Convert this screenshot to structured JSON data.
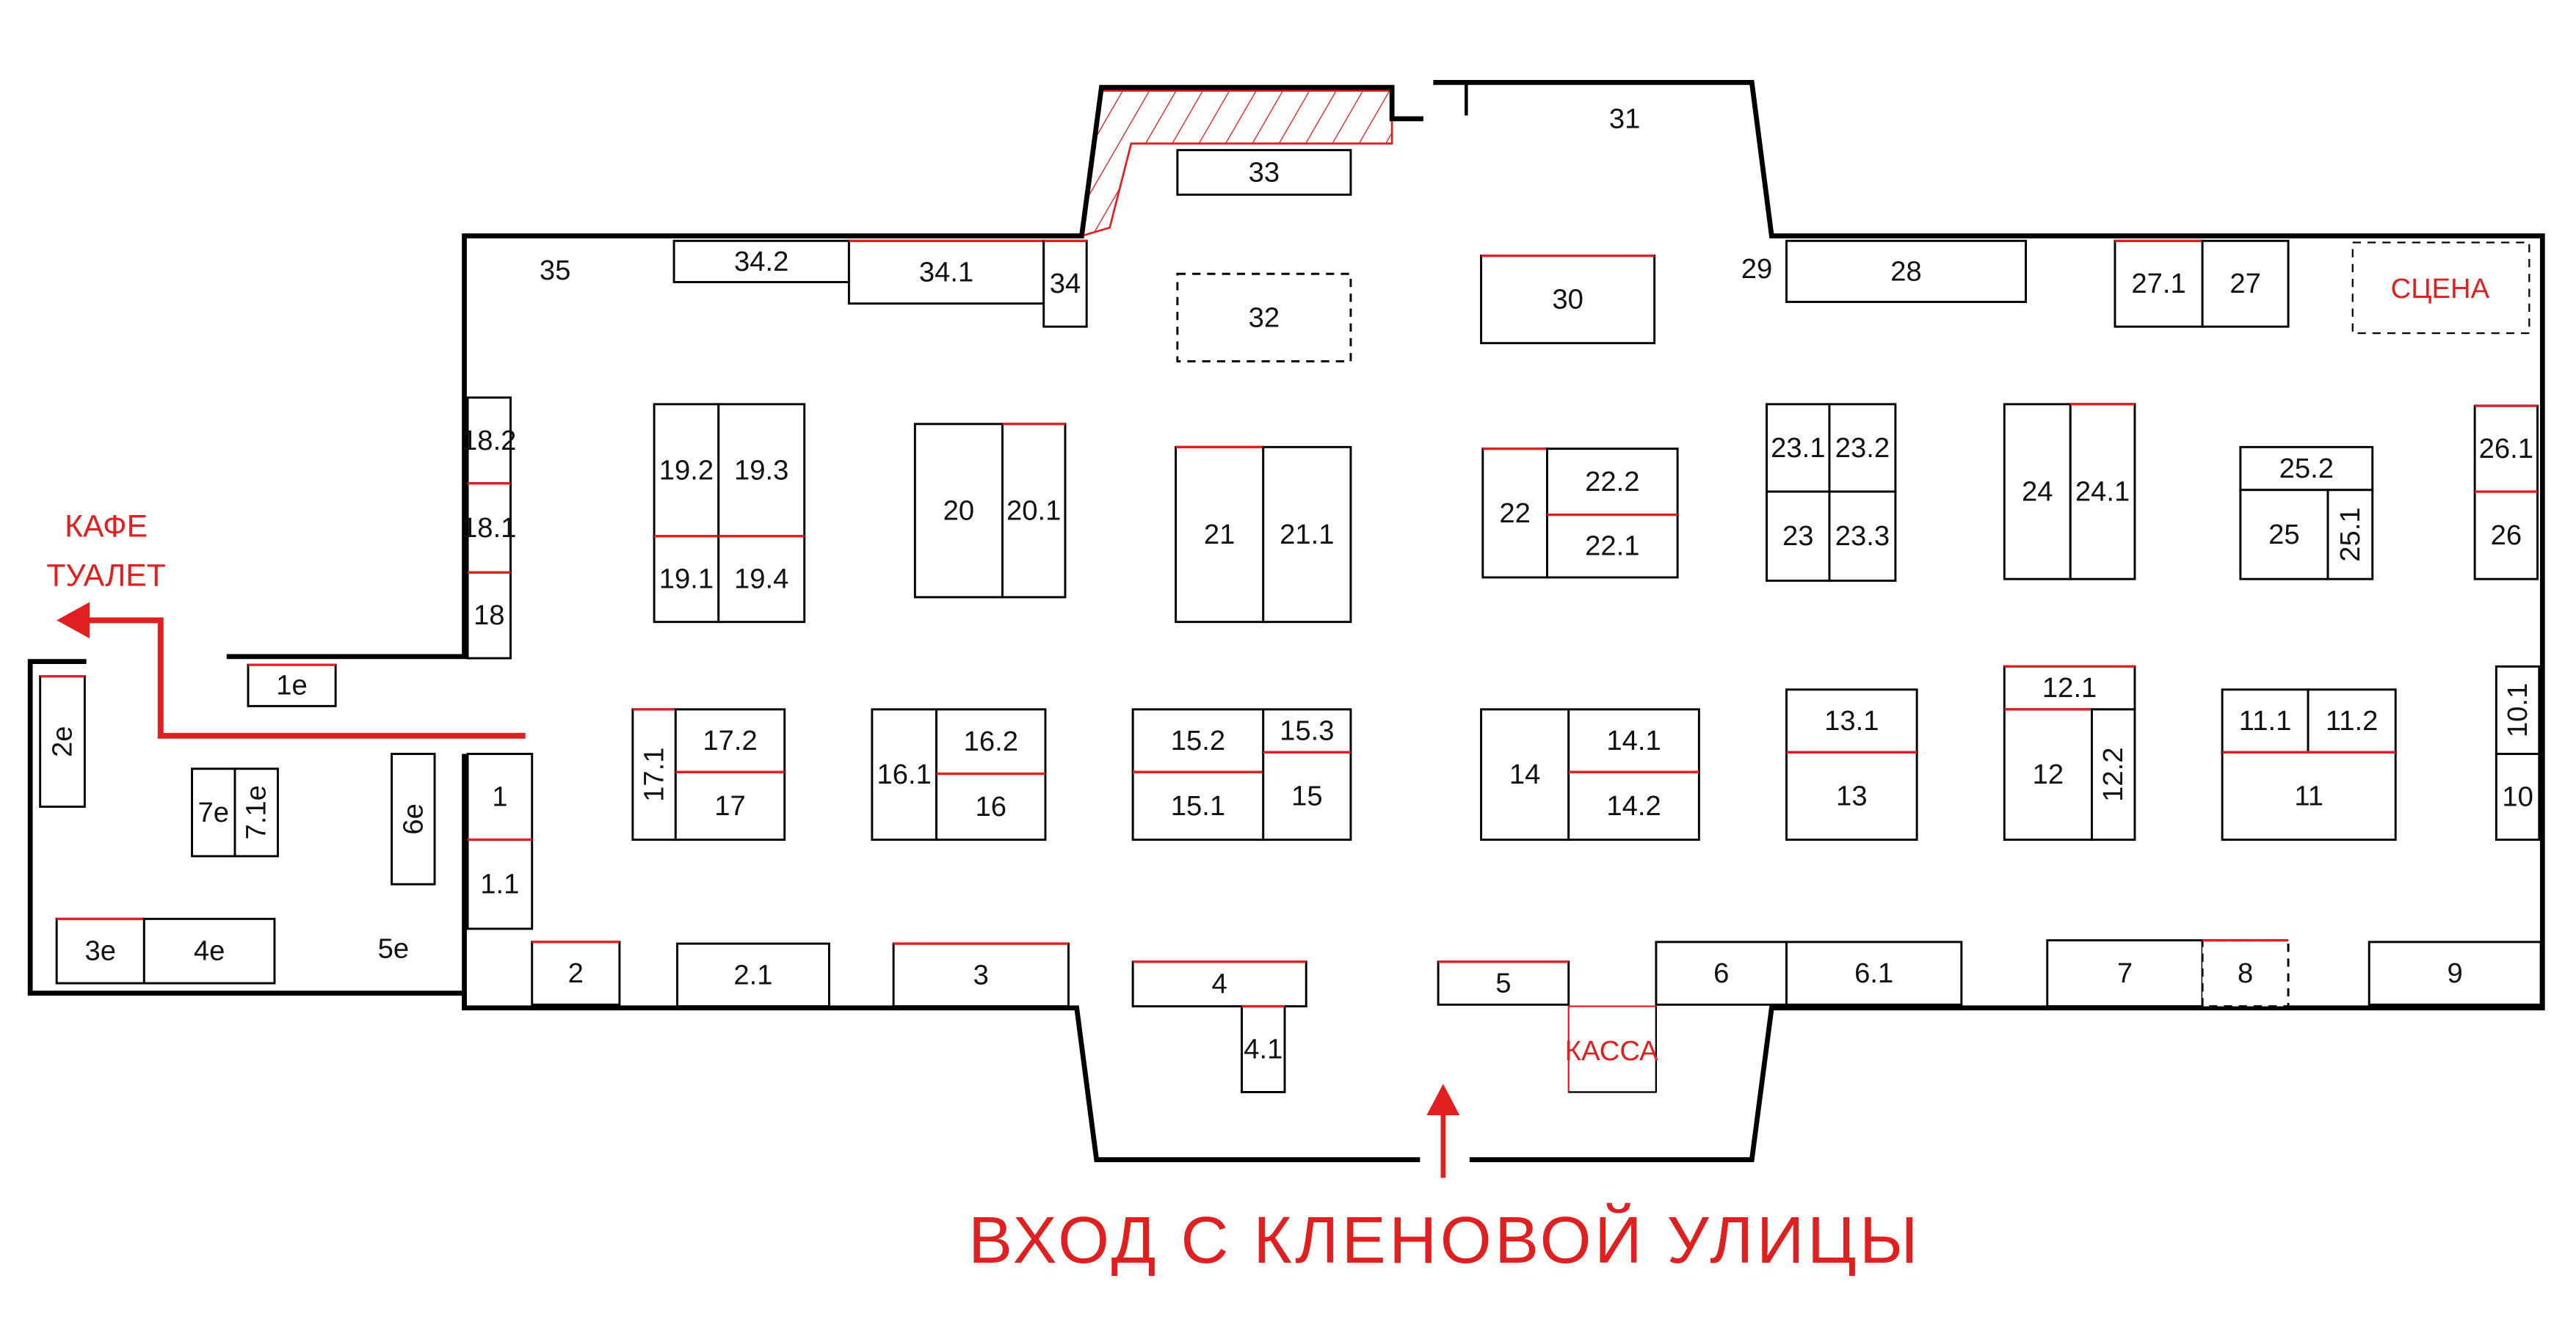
{
  "title_entrance": "ВХОД С КЛЕНОВОЙ УЛИЦЫ",
  "cafe_label": "КАФЕ",
  "toilet_label": "ТУАЛЕТ",
  "stage_label": "СЦЕНА",
  "cashier_label": "КАССА",
  "area_labels": {
    "a35": "35",
    "a29": "29",
    "a31": "31",
    "a5e": "5е"
  },
  "colors": {
    "accent": "#e02020",
    "wall": "#000000"
  },
  "booths": [
    "34.2",
    "34.1",
    "34",
    "33",
    "32",
    "30",
    "28",
    "27.1",
    "27",
    "18.2",
    "18.1",
    "18",
    "19.2",
    "19.3",
    "19.1",
    "19.4",
    "20",
    "20.1",
    "21",
    "21.1",
    "22",
    "22.2",
    "22.1",
    "23.1",
    "23.2",
    "23",
    "23.3",
    "24",
    "24.1",
    "25.2",
    "25",
    "25.1",
    "26.1",
    "26",
    "1е",
    "2е",
    "7е",
    "7.1е",
    "6е",
    "3е",
    "4е",
    "1",
    "1.1",
    "2",
    "2.1",
    "3",
    "4",
    "4.1",
    "5",
    "6",
    "6.1",
    "7",
    "8",
    "9",
    "17.1",
    "17.2",
    "17",
    "16.1",
    "16.2",
    "16",
    "15.2",
    "15.3",
    "15.1",
    "15",
    "14",
    "14.1",
    "14.2",
    "13.1",
    "13",
    "12.1",
    "12",
    "12.2",
    "11.1",
    "11.2",
    "11",
    "10.1",
    "10"
  ]
}
